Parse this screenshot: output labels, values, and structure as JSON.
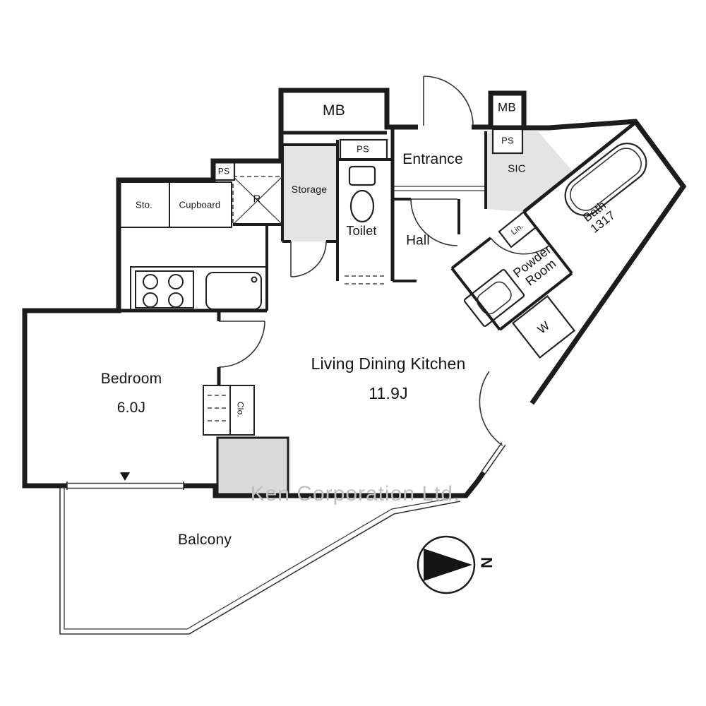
{
  "colors": {
    "wall": "#1c1c1c",
    "gray": "#e4e4e4",
    "pillar": "#dadada",
    "watermark": "#c0c0c0",
    "bg": "#ffffff",
    "text": "#141414"
  },
  "watermark": {
    "text": "Ken Corporation Ltd."
  },
  "compass": {
    "north_label": "N"
  },
  "rooms": {
    "mb1": "MB",
    "mb2": "MB",
    "ps1": "PS",
    "ps2": "PS",
    "ps3": "PS",
    "entrance": "Entrance",
    "sic": "SIC",
    "bath": {
      "name": "Bath",
      "size": "1317"
    },
    "powder_room": "Powder Room",
    "linen": "Lin.",
    "washer": "W",
    "hall": "Hall",
    "toilet": "Toilet",
    "storage": "Storage",
    "refrigerator": "R",
    "cupboard": "Cupboard",
    "sto": "Sto.",
    "bedroom": {
      "name": "Bedroom",
      "size": "6.0J"
    },
    "ldk": {
      "name": "Living Dining Kitchen",
      "size": "11.9J"
    },
    "closet": "Clo.",
    "balcony": "Balcony"
  }
}
